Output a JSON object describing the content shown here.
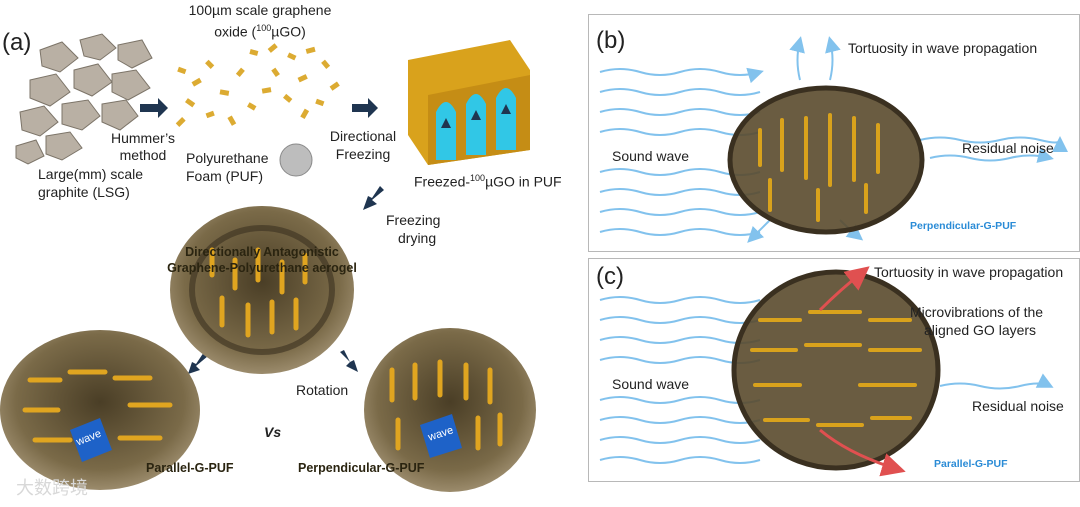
{
  "panel_a": {
    "label": "(a)",
    "go_title_line1": "100µm scale graphene",
    "go_title_line2_pre": "oxide (",
    "go_title_sup": "100",
    "go_title_line2_post": "µGO)",
    "hummer_line1": "Hummer’s",
    "hummer_line2": "method",
    "lsg_line1": "Large(mm) scale",
    "lsg_line2": "graphite (LSG)",
    "puf_line1": "Polyurethane",
    "puf_line2": "Foam (PUF)",
    "directional_line1": "Directional",
    "directional_line2": "Freezing",
    "freezed_pre": "Freezed-",
    "freezed_sup": "100",
    "freezed_post": "µGO in PUF",
    "freezing_line1": "Freezing",
    "freezing_line2": "drying",
    "aerogel_line1": "Directionally Antagonistic",
    "aerogel_line2": "Graphene-Polyurethane aerogel",
    "rotation": "Rotation",
    "vs": "Vs",
    "parallel": "Parallel-G-PUF",
    "perpendicular": "Perpendicular-G-PUF",
    "wave_tag": "wave",
    "watermark": "大数跨境"
  },
  "panel_b": {
    "label": "(b)",
    "tortuosity": "Tortuosity in wave propagation",
    "sound_wave": "Sound wave",
    "residual": "Residual noise",
    "caption": "Perpendicular-G-PUF"
  },
  "panel_c": {
    "label": "(c)",
    "tortuosity": "Tortuosity in wave propagation",
    "micro_line1": "Microvibrations of the",
    "micro_line2": "aligned GO layers",
    "sound_wave": "Sound wave",
    "residual": "Residual noise",
    "caption": "Parallel-G-PUF"
  },
  "colors": {
    "wave": "#6db8ea",
    "arrow_dark": "#1f3550",
    "foam": "#6b5a3a",
    "gold": "#d9a21c",
    "red_arrow": "#e05050",
    "label_blue": "#2a8bd6"
  }
}
